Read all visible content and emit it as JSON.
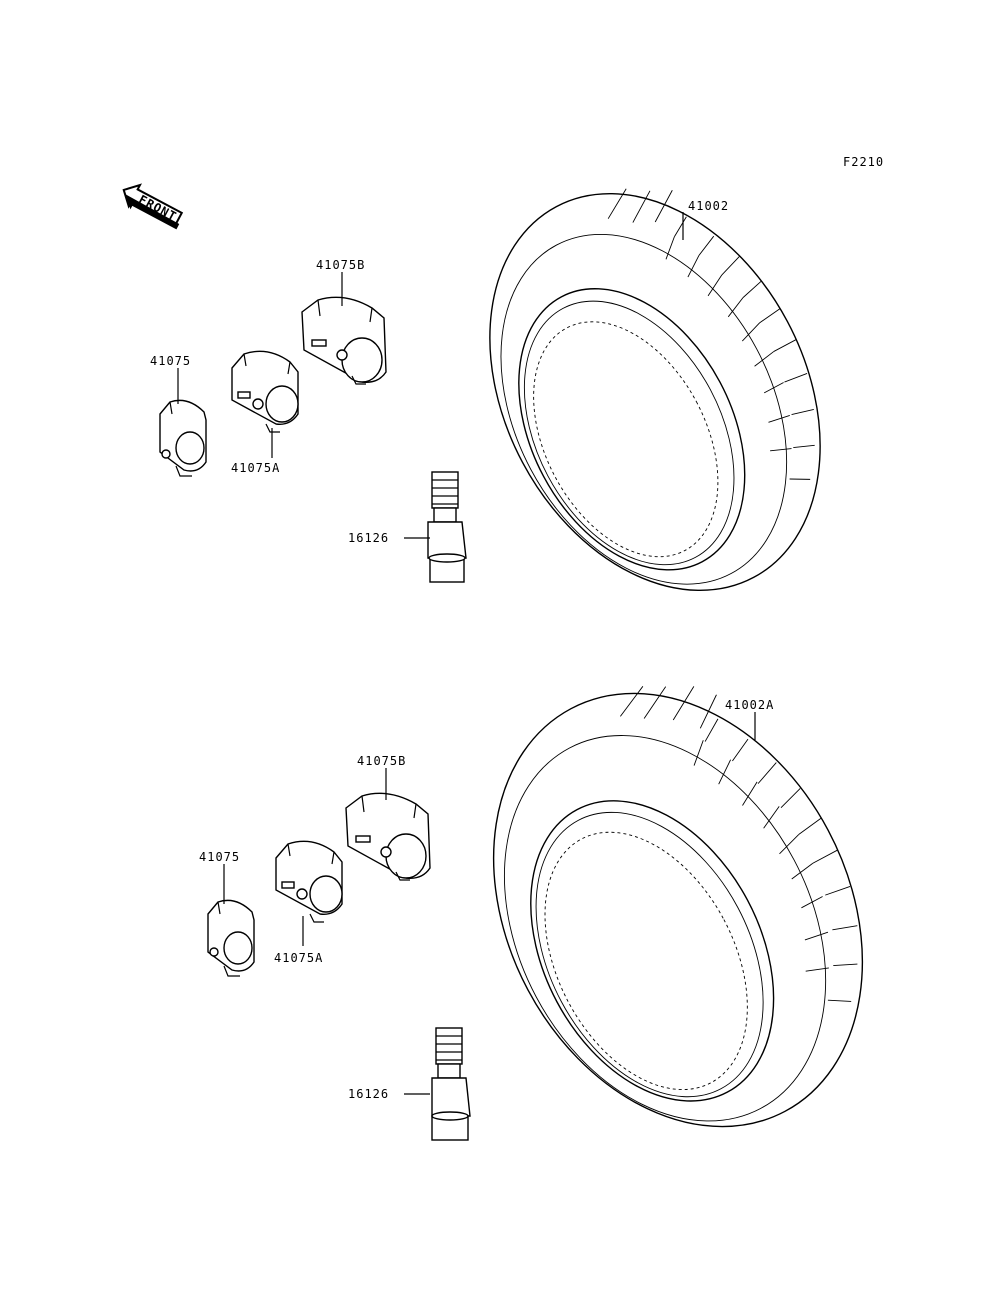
{
  "figure_code": "F2210",
  "front_arrow_text": "FRONT",
  "top_assembly": {
    "tire_label": "41002",
    "weight_labels": [
      "41075",
      "41075A",
      "41075B"
    ],
    "valve_label": "16126"
  },
  "bottom_assembly": {
    "tire_label": "41002A",
    "weight_labels": [
      "41075",
      "41075A",
      "41075B"
    ],
    "valve_label": "16126"
  }
}
